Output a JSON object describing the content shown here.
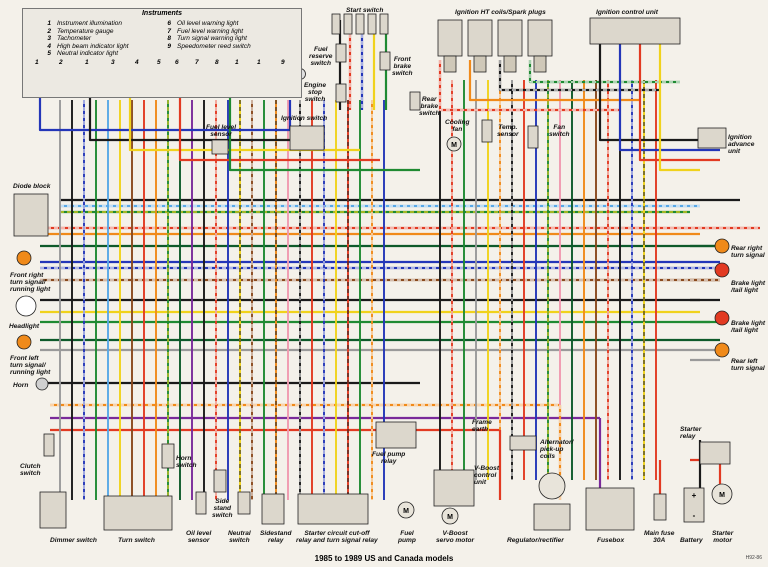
{
  "caption": "1985 to 1989 US and Canada models",
  "figure_code": "H92-86",
  "instruments": {
    "title": "Instruments",
    "legend": [
      {
        "num": "1",
        "label": "Instrument illumination"
      },
      {
        "num": "2",
        "label": "Temperature gauge"
      },
      {
        "num": "3",
        "label": "Tachometer"
      },
      {
        "num": "4",
        "label": "High beam indicator light"
      },
      {
        "num": "5",
        "label": "Neutral indicator light"
      },
      {
        "num": "6",
        "label": "Oil level warning light"
      },
      {
        "num": "7",
        "label": "Fuel level warning light"
      },
      {
        "num": "8",
        "label": "Turn signal warning light"
      },
      {
        "num": "9",
        "label": "Speedometer reed switch"
      }
    ],
    "bulb_numbers": [
      "1",
      "2",
      "1",
      "3",
      "4",
      "5",
      "6",
      "7",
      "8",
      "1",
      "1",
      "9"
    ]
  },
  "labels": {
    "start_switch": "Start switch",
    "ignition_ht": "Ignition HT coils/Spark plugs",
    "ignition_control_unit": "Ignition control unit",
    "fuel_reserve_switch": "Fuel\nreserve\nswitch",
    "engine_stop_switch": "Engine\nstop\nswitch",
    "front_brake_switch": "Front\nbrake\nswitch",
    "rear_brake_switch": "Rear\nbrake\nswitch",
    "cooling_fan": "Cooling\nfan",
    "temp_sensor": "Temp.\nsensor",
    "fan_switch": "Fan\nswitch",
    "ignition_advance_unit": "Ignition\nadvance\nunit",
    "fuel_level_sensor": "Fuel level\nsensor",
    "ignition_switch": "Ignition switch",
    "diode_block": "Diode block",
    "front_right_turn": "Front right\nturn signal/\nrunning light",
    "headlight": "Headlight",
    "front_left_turn": "Front left\nturn signal/\nrunning light",
    "horn": "Horn",
    "rear_right_turn": "Rear right\nturn signal",
    "brake_tail_1": "Brake light\n/tail light",
    "brake_tail_2": "Brake light\n/tail light",
    "rear_left_turn": "Rear left\nturn signal",
    "frame_earth": "Frame\nearth",
    "fuel_pump_relay": "Fuel pump\nrelay",
    "alternator": "Alternator/\npick-up\ncoils",
    "starter_relay": "Starter\nrelay",
    "vboost_control_unit": "V-Boost\ncontrol\nunit",
    "clutch_switch": "Clutch\nswitch",
    "horn_switch": "Horn\nswitch",
    "side_stand_switch": "Side\nstand\nswitch",
    "dimmer_switch": "Dimmer switch",
    "turn_switch": "Turn switch",
    "oil_level_sensor": "Oil level\nsensor",
    "neutral_switch": "Neutral\nswitch",
    "sidestand_relay": "Sidestand\nrelay",
    "starter_cutoff_relay": "Starter circuit cut-off\nrelay and turn signal relay",
    "fuel_pump": "Fuel\npump",
    "vboost_servo_motor": "V-Boost\nservo motor",
    "regulator_rectifier": "Regulator/rectifier",
    "fusebox": "Fusebox",
    "main_fuse": "Main fuse\n30A",
    "battery": "Battery",
    "starter_motor": "Starter\nmotor"
  },
  "wire_colors": {
    "black": "#1a1a1a",
    "red": "#e23a22",
    "blue": "#2436b8",
    "lightblue": "#59a8e6",
    "green": "#1f8a32",
    "yellow": "#f0d21c",
    "brown": "#8a4a1e",
    "orange": "#f08a1a",
    "purple": "#7a2a9a",
    "pink": "#f09ab0",
    "gray": "#9a9a9a",
    "white": "#ffffff",
    "darkgreen": "#0e5a2a"
  }
}
